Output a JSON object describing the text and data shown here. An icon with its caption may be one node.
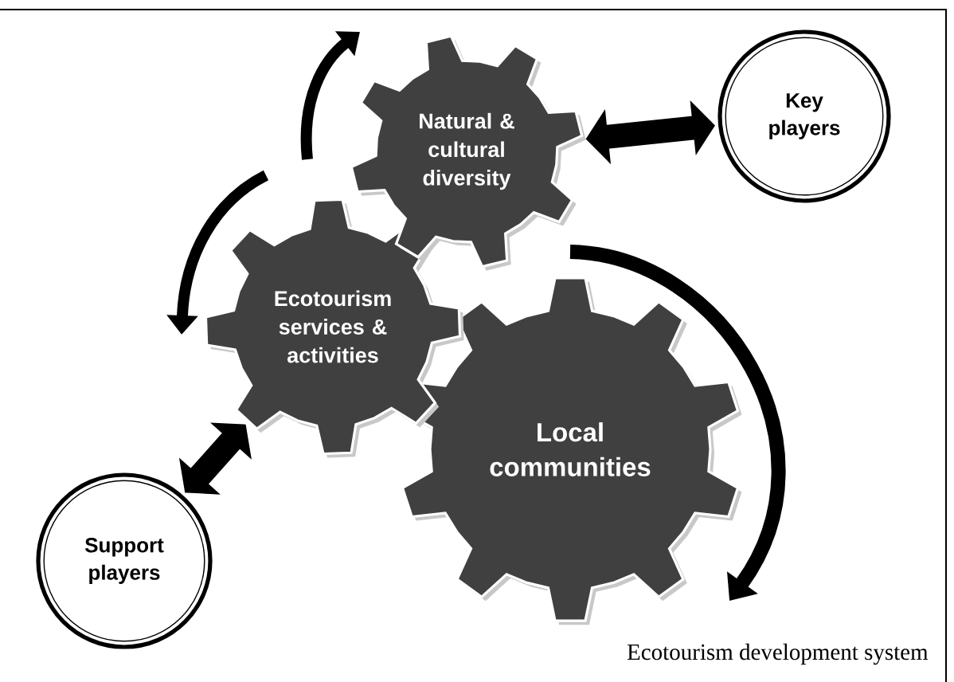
{
  "diagram": {
    "caption": "Ecotourism development system",
    "nodes": [
      {
        "text": [
          "Natural & cultural diversity"
        ]
      },
      {
        "text": [
          "Key players"
        ]
      },
      {
        "text": [
          "Ecotourism services & activities"
        ]
      },
      {
        "text": [
          "Local communities"
        ]
      },
      {
        "text": [
          "Support players"
        ]
      }
    ],
    "edges": [
      {
        "from": 1,
        "to": 0,
        "arrow": "both"
      },
      {
        "from": 4,
        "to": 2,
        "arrow": "both"
      }
    ]
  }
}
